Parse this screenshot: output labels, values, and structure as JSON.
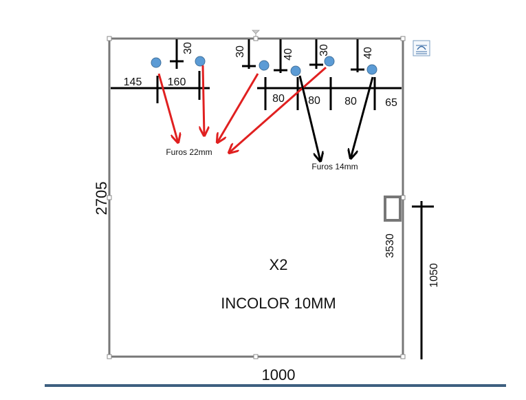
{
  "drawing": {
    "dimensions": {
      "left_height": "2705",
      "bottom_width": "1000",
      "right_inner": "3530",
      "right_outer": "1050",
      "bottom_offsets": [
        "145",
        "160",
        "80",
        "80",
        "80",
        "65"
      ],
      "top_offsets": [
        "30",
        "30",
        "40",
        "30",
        "40"
      ]
    },
    "annotations": {
      "holes_22": "Furos 22mm",
      "holes_14": "Furos 14mm",
      "quantity": "X2",
      "glass_spec": "INCOLOR 10MM"
    },
    "colors": {
      "frame": "#777777",
      "line": "#000000",
      "hole": "#5b9bd5",
      "arrow_red": "#e02020",
      "arrow_black": "#000000",
      "baseline": "#3e5f80"
    },
    "icons": {
      "layout_options": "layout-options-icon"
    }
  }
}
